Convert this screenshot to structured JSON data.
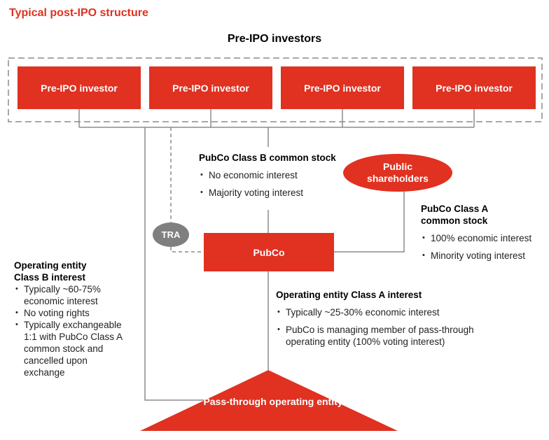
{
  "title": "Typical post-IPO structure",
  "investors_group": {
    "label": "Pre-IPO investors",
    "investors": [
      {
        "label": "Pre-IPO investor"
      },
      {
        "label": "Pre-IPO investor"
      },
      {
        "label": "Pre-IPO investor"
      },
      {
        "label": "Pre-IPO investor"
      }
    ]
  },
  "public_shareholders": {
    "label": "Public shareholders"
  },
  "tra": {
    "label": "TRA"
  },
  "pubco": {
    "label": "PubCo"
  },
  "operating_entity": {
    "label": "Pass-through operating entity"
  },
  "pubco_class_b": {
    "heading": "PubCo Class B common stock",
    "bullets": [
      "No economic interest",
      "Majority voting interest"
    ]
  },
  "pubco_class_a": {
    "heading": "PubCo Class A common stock",
    "bullets": [
      "100% economic interest",
      "Minority voting interest"
    ]
  },
  "op_entity_class_b": {
    "heading": "Operating entity Class B interest",
    "bullets": [
      "Typically ~60-75% economic interest",
      "No voting rights",
      "Typically exchangeable 1:1 with PubCo Class A common stock and cancelled upon exchange"
    ]
  },
  "op_entity_class_a": {
    "heading": "Operating entity Class A interest",
    "bullets": [
      "Typically ~25-30% economic interest",
      "PubCo is managing member of pass-through operating entity (100% voting interest)"
    ]
  },
  "colors": {
    "accent_red": "#e03121",
    "tra_gray": "#7f7f7f",
    "connector_gray": "#8c8c8c"
  }
}
